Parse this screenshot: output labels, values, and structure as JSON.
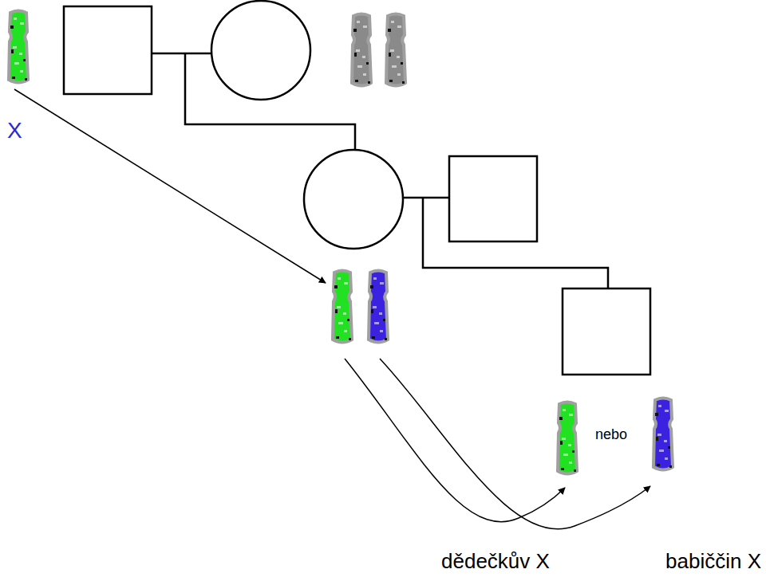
{
  "diagram": {
    "labels": [
      "X",
      "nebo",
      "dědečkův X",
      "babiččin X"
    ]
  }
}
